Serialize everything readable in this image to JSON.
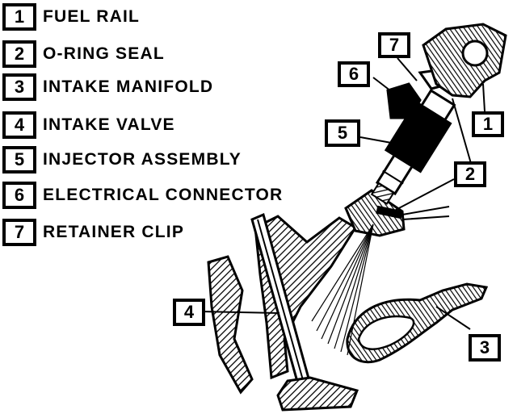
{
  "legend": [
    {
      "number": "1",
      "label": "FUEL RAIL"
    },
    {
      "number": "2",
      "label": "O-RING SEAL"
    },
    {
      "number": "3",
      "label": "INTAKE MANIFOLD"
    },
    {
      "number": "4",
      "label": "INTAKE VALVE"
    },
    {
      "number": "5",
      "label": "INJECTOR ASSEMBLY"
    },
    {
      "number": "6",
      "label": "ELECTRICAL CONNECTOR"
    },
    {
      "number": "7",
      "label": "RETAINER CLIP"
    }
  ],
  "callouts": {
    "fuel_rail": "1",
    "o_ring": "2",
    "manifold": "3",
    "valve": "4",
    "injector": "5",
    "connector": "6",
    "retainer": "7"
  },
  "colors": {
    "ink": "#000000",
    "paper": "#ffffff"
  }
}
